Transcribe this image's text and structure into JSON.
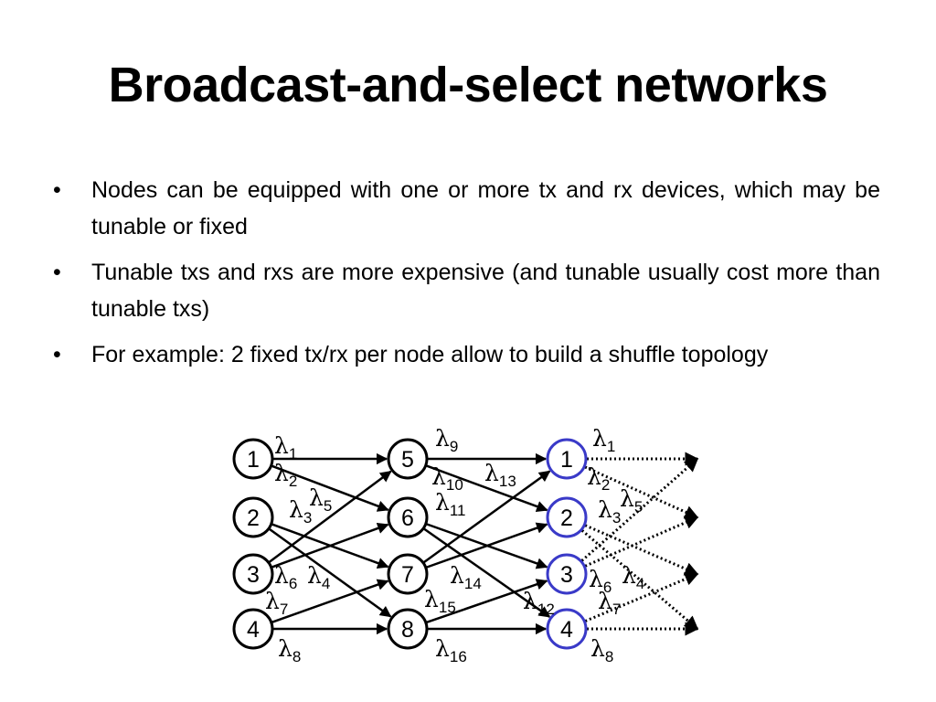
{
  "slide": {
    "title": "Broadcast-and-select networks",
    "bullet_symbol": "•",
    "bullets": [
      "Nodes can be equipped with one or more tx and rx devices, which may be tunable or fixed",
      "Tunable txs and rxs are more expensive (and tunable usually cost more than tunable txs)",
      "For example: 2 fixed tx/rx per node allow to build a shuffle topology"
    ]
  },
  "diagram": {
    "columns": [
      {
        "nodes": [
          "1",
          "2",
          "3",
          "4"
        ]
      },
      {
        "nodes": [
          "5",
          "6",
          "7",
          "8"
        ]
      },
      {
        "nodes": [
          "1",
          "2",
          "3",
          "4"
        ]
      }
    ],
    "lambda_symbol": "λ",
    "wavelength_labels": [
      {
        "sub": "1"
      },
      {
        "sub": "2"
      },
      {
        "sub": "3"
      },
      {
        "sub": "5"
      },
      {
        "sub": "6"
      },
      {
        "sub": "4"
      },
      {
        "sub": "7"
      },
      {
        "sub": "8"
      },
      {
        "sub": "9"
      },
      {
        "sub": "10"
      },
      {
        "sub": "13"
      },
      {
        "sub": "11"
      },
      {
        "sub": "14"
      },
      {
        "sub": "15"
      },
      {
        "sub": "12"
      },
      {
        "sub": "16"
      },
      {
        "sub": "1"
      },
      {
        "sub": "2"
      },
      {
        "sub": "3"
      },
      {
        "sub": "5"
      },
      {
        "sub": "6"
      },
      {
        "sub": "4"
      },
      {
        "sub": "7"
      },
      {
        "sub": "8"
      }
    ]
  }
}
